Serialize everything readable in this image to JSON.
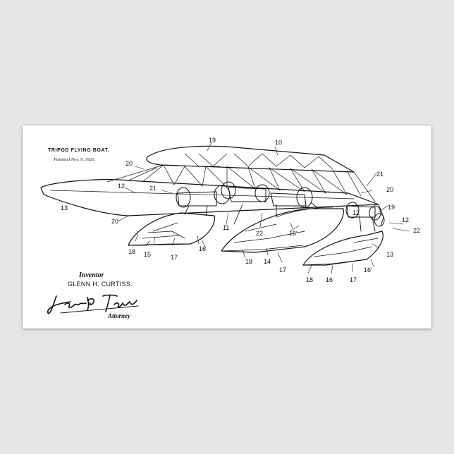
{
  "patent": {
    "title": "TRIPOD FLYING BOAT.",
    "date": "Patented Nov. 9, 1920."
  },
  "credits": {
    "inventor_label": "Inventor",
    "inventor_name": "GLENN H. CURTISS.",
    "attorney_label": "Attorney",
    "attorney_signature": "John P. Tarbox"
  },
  "reference_numerals": {
    "r10": "10",
    "r11": "11",
    "r12a": "12",
    "r12b": "12",
    "r12c": "12",
    "r13a": "13",
    "r13b": "13",
    "r14": "14",
    "r15": "15",
    "r16a": "16",
    "r16b": "16",
    "r16pa": "16'",
    "r16pb": "16'",
    "r17a": "17",
    "r17b": "17",
    "r17c": "17",
    "r18a": "18",
    "r18b": "18",
    "r18c": "18",
    "r19a": "19",
    "r19b": "19",
    "r20a": "20",
    "r20b": "20",
    "r20c": "20",
    "r21a": "21",
    "r21b": "21",
    "r22a": "22",
    "r22b": "22"
  },
  "colors": {
    "ink": "#111111",
    "paper": "#ffffff",
    "wall": "#e6e6e6"
  }
}
